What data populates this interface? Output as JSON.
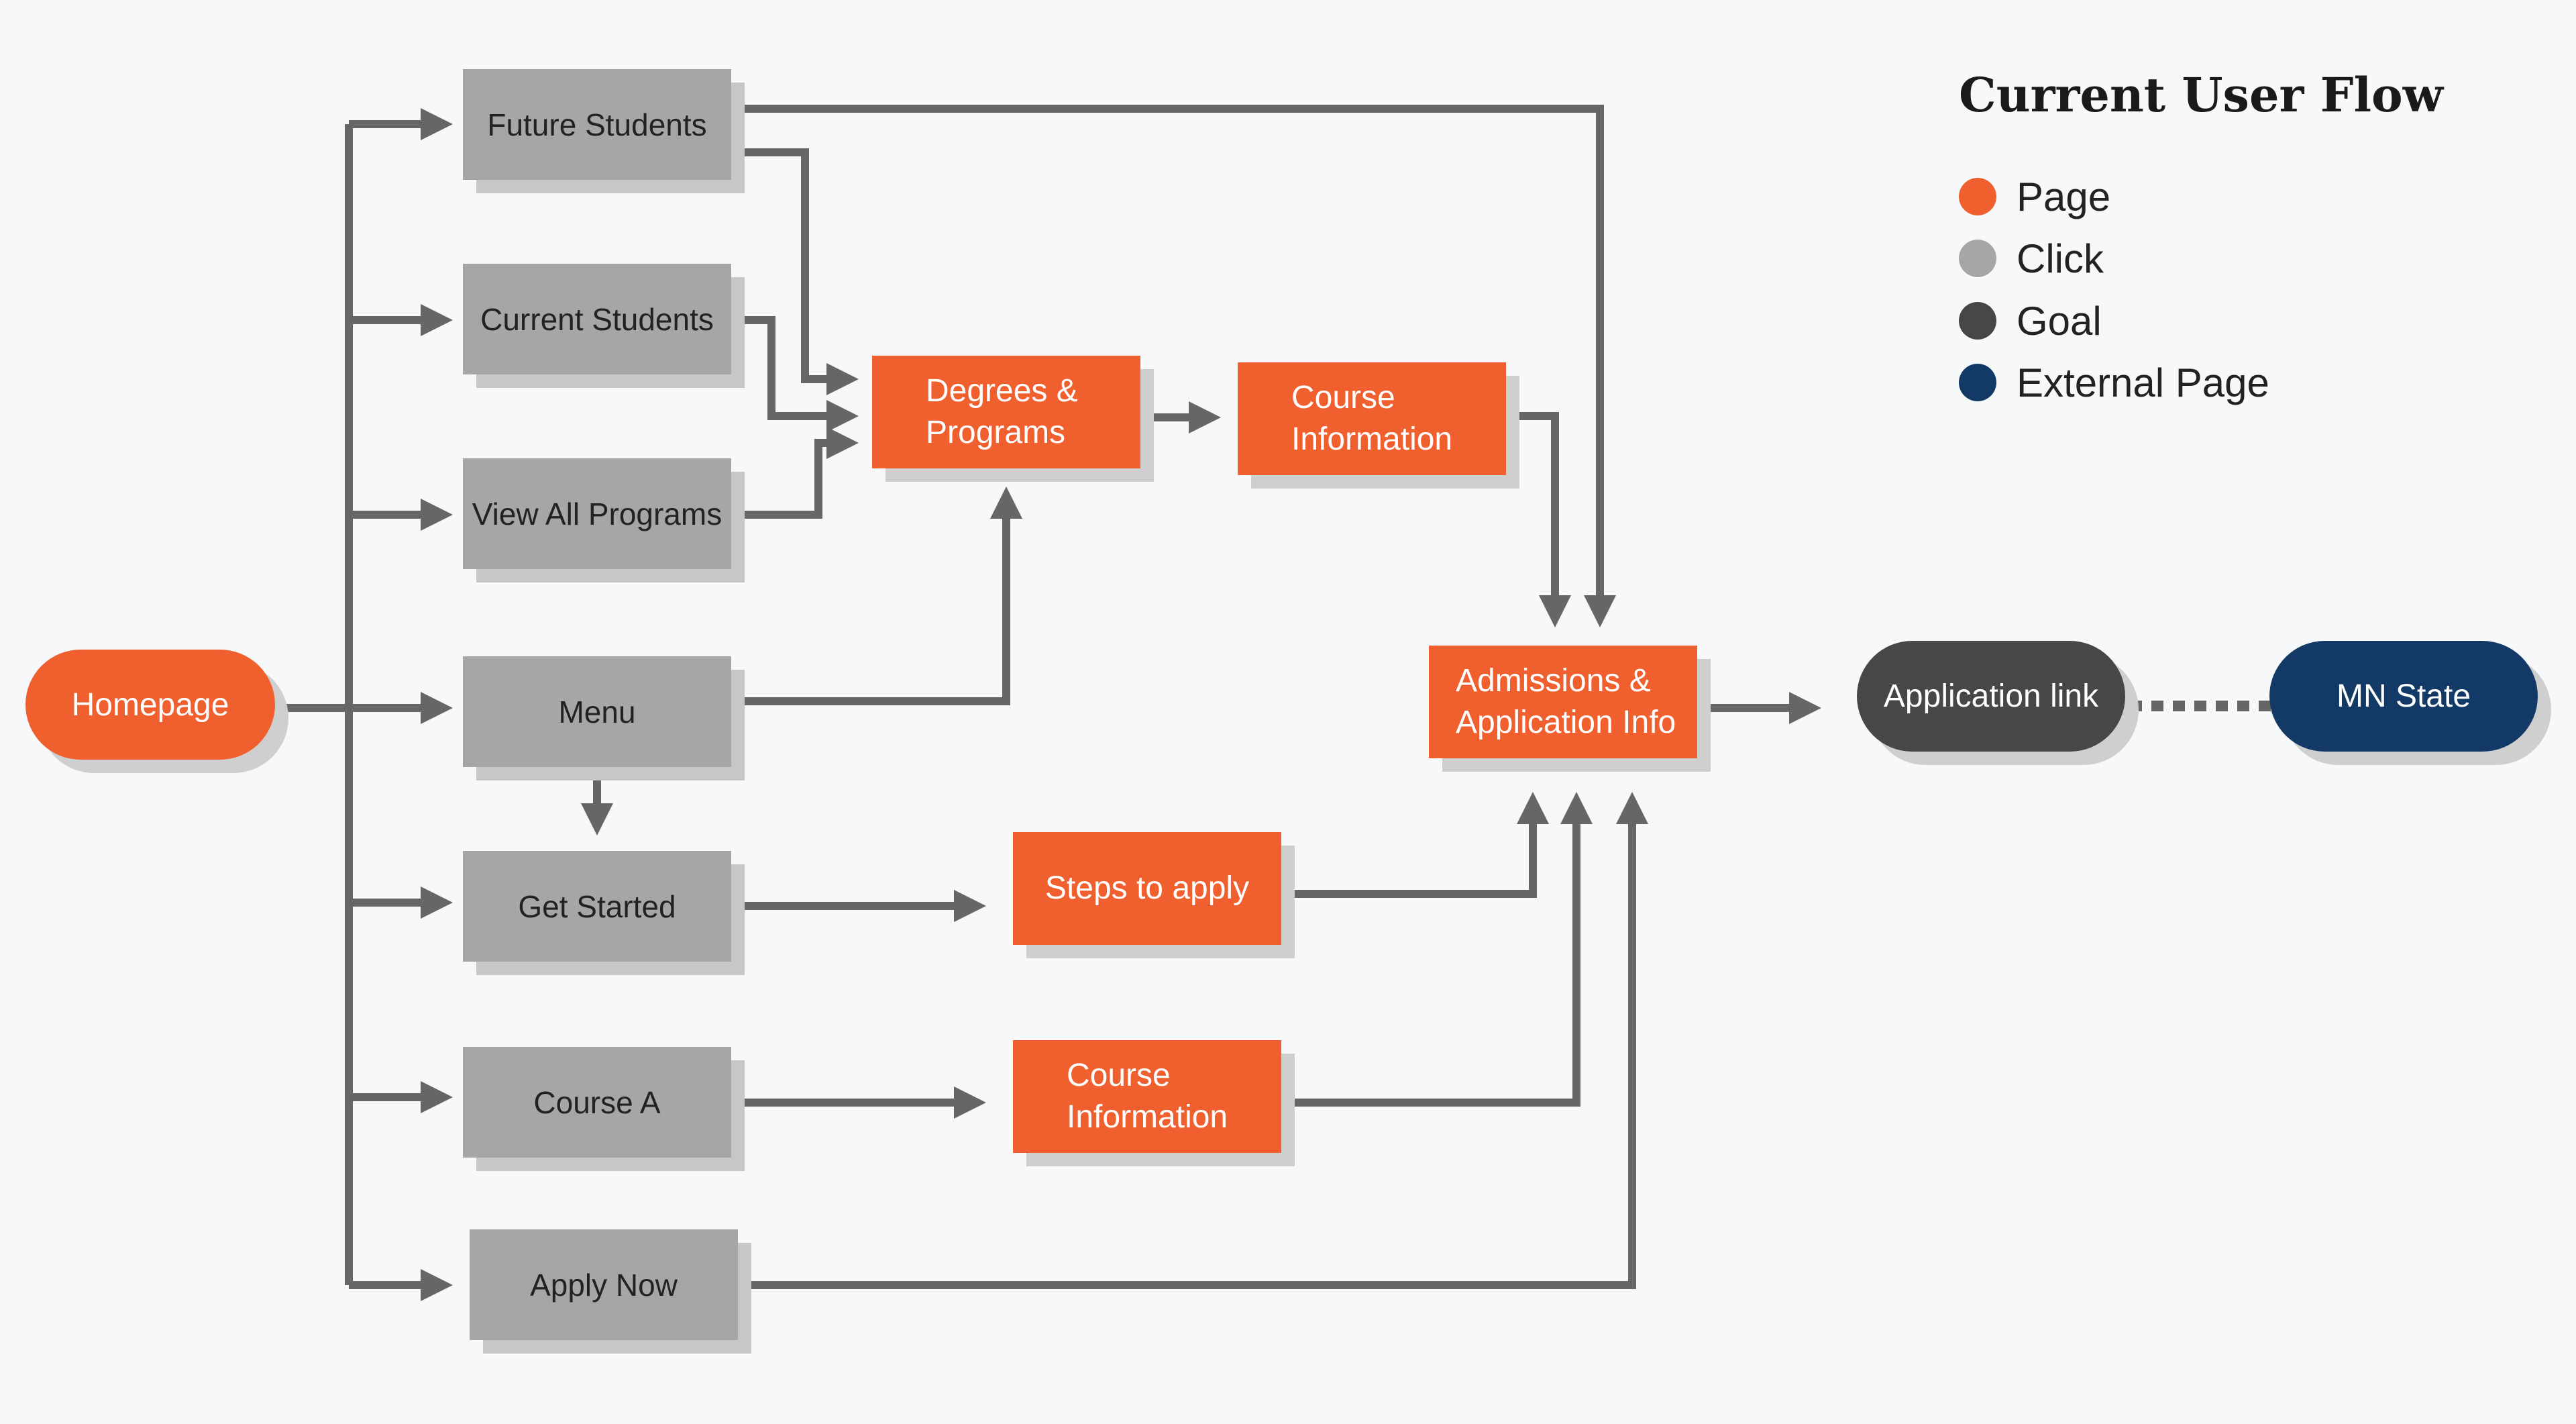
{
  "legend": {
    "title": "Current User Flow",
    "items": [
      {
        "label": "Page",
        "color": "#f05f2e"
      },
      {
        "label": "Click",
        "color": "#a6a6a6"
      },
      {
        "label": "Goal",
        "color": "#474747"
      },
      {
        "label": "External Page",
        "color": "#133a66"
      }
    ]
  },
  "nodes": {
    "homepage": "Homepage",
    "future_students": "Future Students",
    "current_students": "Current Students",
    "view_all_programs": "View All Programs",
    "menu": "Menu",
    "get_started": "Get Started",
    "course_a": "Course A",
    "apply_now": "Apply Now",
    "degrees_programs": "Degrees &\nPrograms",
    "course_information_1": "Course\nInformation",
    "steps_to_apply": "Steps to apply",
    "course_information_2": "Course\nInformation",
    "admissions_info": "Admissions &\nApplication Info",
    "application_link": "Application link",
    "mn_state": "MN State"
  },
  "colors": {
    "page": "#f05f2e",
    "click": "#a6a6a6",
    "goal": "#474747",
    "external": "#133a66",
    "connector": "#666666"
  }
}
